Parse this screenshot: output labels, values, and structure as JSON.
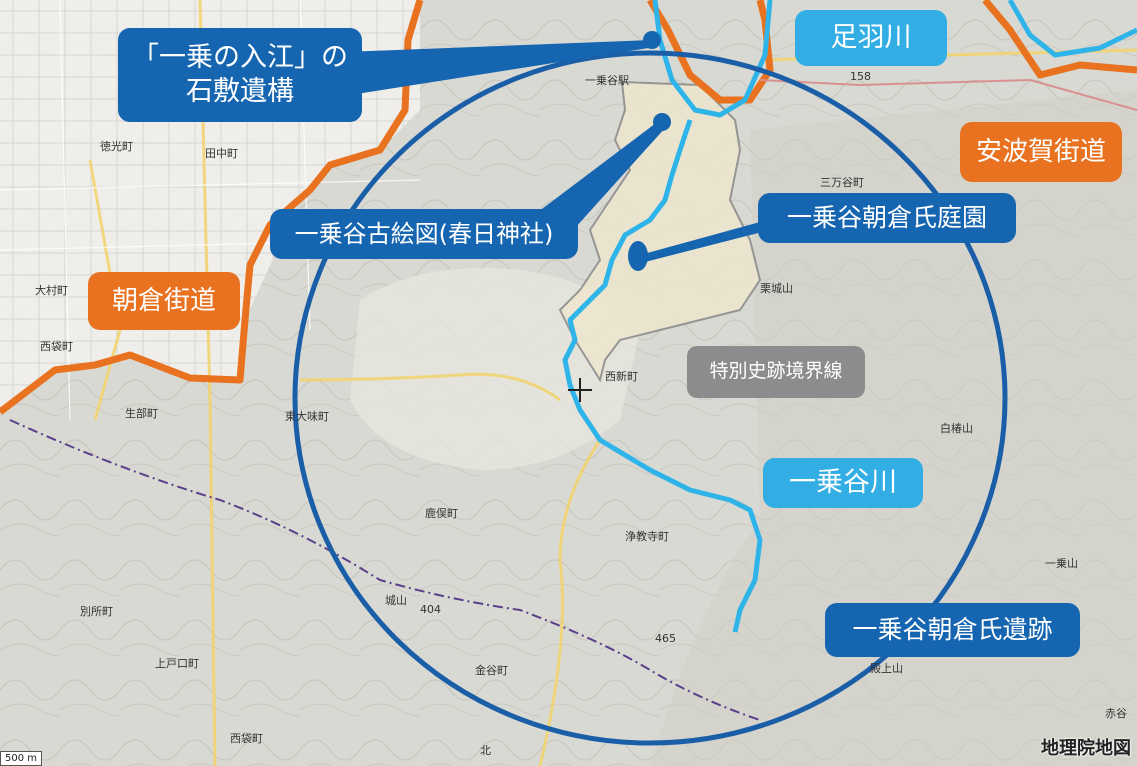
{
  "callouts": {
    "irie": {
      "line1": "「一乗の入江」の",
      "line2": "石敷遺構"
    },
    "asuwa_river": "足羽川",
    "awaga_kaido": "安波賀街道",
    "ezu": "一乗谷古絵図(春日神社)",
    "garden": "一乗谷朝倉氏庭園",
    "asakura_kaido": "朝倉街道",
    "boundary": "特別史跡境界線",
    "ichijodani_river": "一乗谷川",
    "ruins": "一乗谷朝倉氏遺跡"
  },
  "place_labels": [
    "徳光町",
    "田中町",
    "大村町",
    "西袋町",
    "生部町",
    "東大味町",
    "一乗谷駅",
    "三万谷町",
    "栗城山",
    "西新町",
    "白椿山",
    "鹿俣町",
    "浄教寺町",
    "城山",
    "別所町",
    "上戸口町",
    "金谷町",
    "西袋町",
    "一乗山",
    "殿上山",
    "赤谷",
    "北",
    "158",
    "465",
    "404"
  ],
  "scale_text": "500 m",
  "attribution": "地理院地図",
  "colors": {
    "navy": "#1565b0",
    "sky": "#33aee5",
    "orange": "#e8721f",
    "gray": "#8c8c8c"
  }
}
